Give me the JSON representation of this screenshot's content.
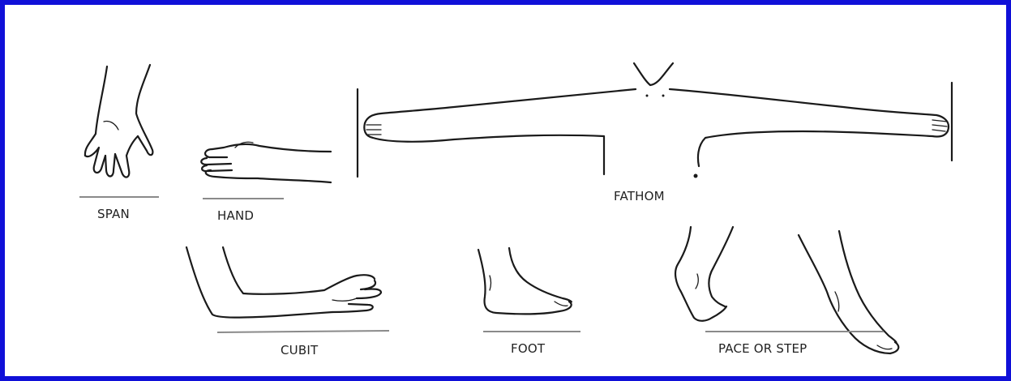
{
  "frame": {
    "border_color": "#1010d8"
  },
  "labels": {
    "span": "SPAN",
    "hand": "HAND",
    "fathom": "FATHOM",
    "cubit": "CUBIT",
    "foot": "FOOT",
    "pace": "PACE OR STEP"
  }
}
